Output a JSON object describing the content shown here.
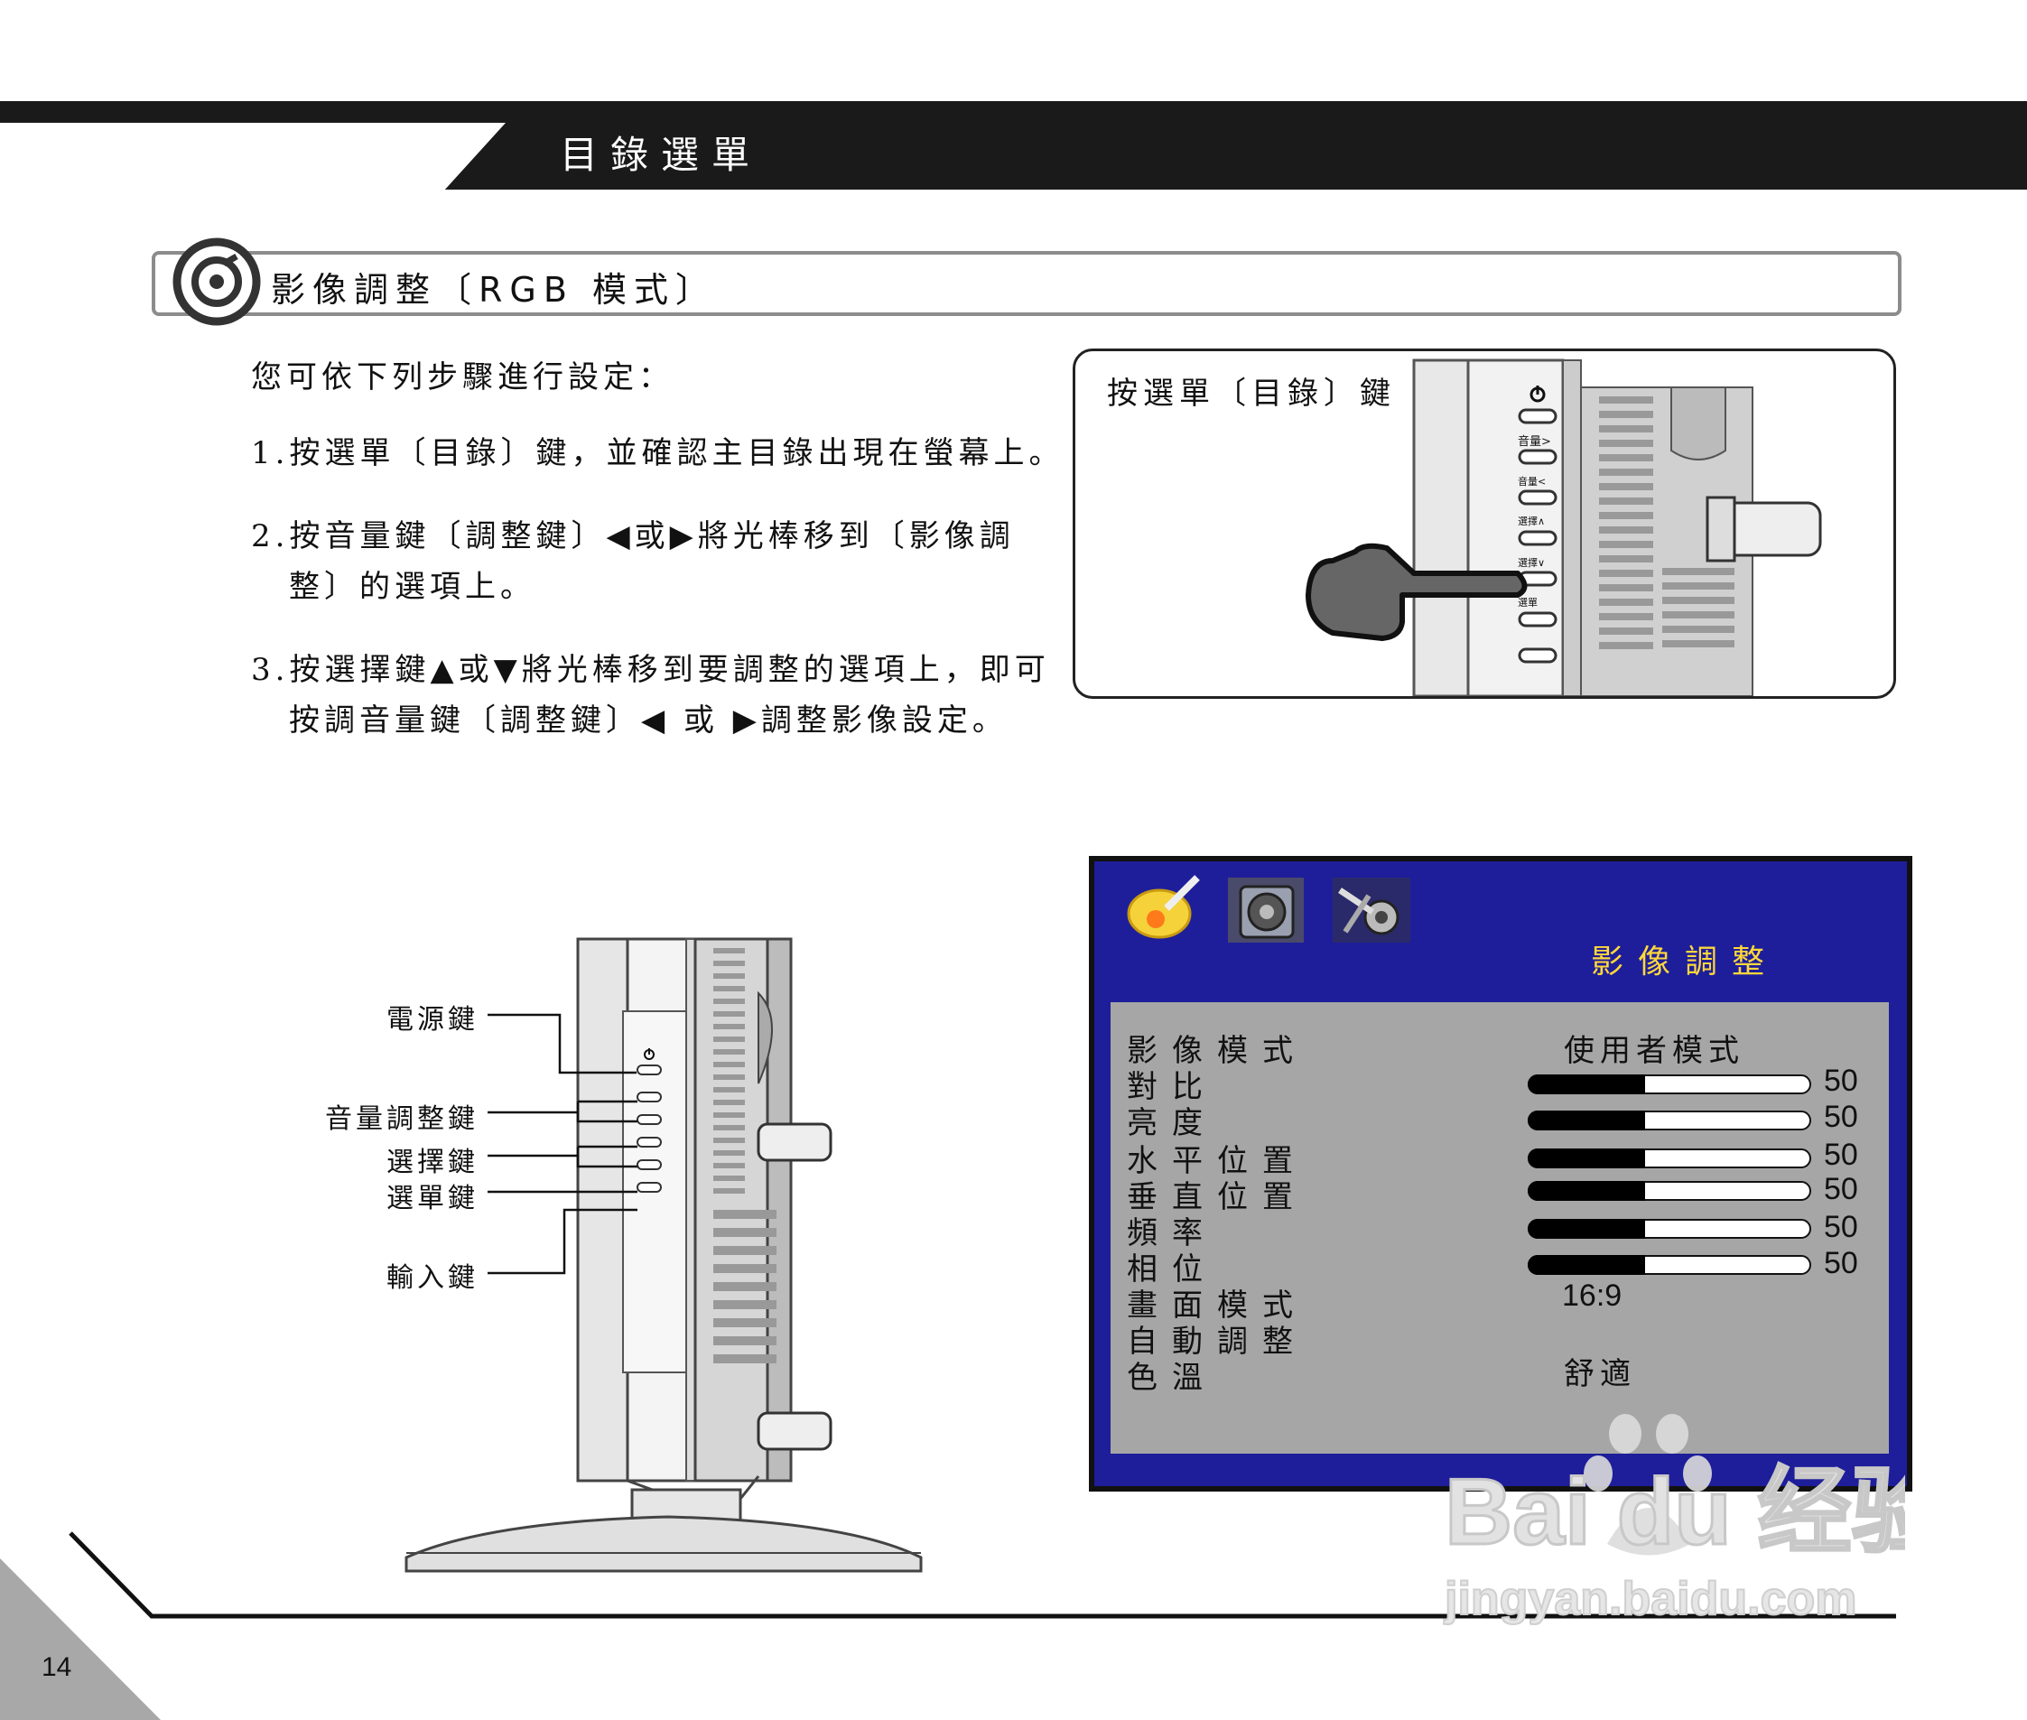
{
  "header": {
    "title": "目錄選單"
  },
  "section": {
    "title": "影像調整〔RGB 模式〕"
  },
  "steps": {
    "intro": "您可依下列步驟進行設定：",
    "step1": "1.按選單〔目錄〕鍵，並確認主目錄出現在螢幕上。",
    "step2_line1": "2.按音量鍵〔調整鍵〕◀或▶將光棒移到〔影像調",
    "step2_line2": "整〕的選項上。",
    "step3_line1": "3.按選擇鍵▲或▼將光棒移到要調整的選項上，即可",
    "step3_line2": "按調音量鍵〔調整鍵〕◀ 或 ▶調整影像設定。"
  },
  "inset": {
    "label": "按選單〔目錄〕鍵",
    "buttons": [
      "音量>",
      "音量<",
      "選擇∧",
      "選擇∨",
      "選單"
    ],
    "icon": "power-icon"
  },
  "callouts": {
    "power": "電源鍵",
    "volume": "音量調整鍵",
    "select": "選擇鍵",
    "menu": "選單鍵",
    "input": "輸入鍵"
  },
  "osd": {
    "title": "影像調整",
    "tab_icons": [
      "picture-brush-icon",
      "speaker-icon",
      "settings-gear-icon"
    ],
    "mode_label": "影像模式",
    "mode_value": "使用者模式",
    "sliders": [
      {
        "label": "對比",
        "value": "50",
        "level": 0.42
      },
      {
        "label": "亮度",
        "value": "50",
        "level": 0.42
      },
      {
        "label": "水平位置",
        "value": "50",
        "level": 0.42
      },
      {
        "label": "垂直位置",
        "value": "50",
        "level": 0.42
      },
      {
        "label": "頻率",
        "value": "50",
        "level": 0.42
      },
      {
        "label": "相位",
        "value": "50",
        "level": 0.42
      }
    ],
    "aspect_label": "畫面模式",
    "aspect_value": "16:9",
    "auto_label": "自動調整",
    "color_temp_label": "色溫",
    "color_temp_value": "舒適"
  },
  "footer": {
    "page_number": "14"
  },
  "watermark": {
    "text": "Bai du 经验",
    "url_text": "jingyan.baidu.com"
  }
}
